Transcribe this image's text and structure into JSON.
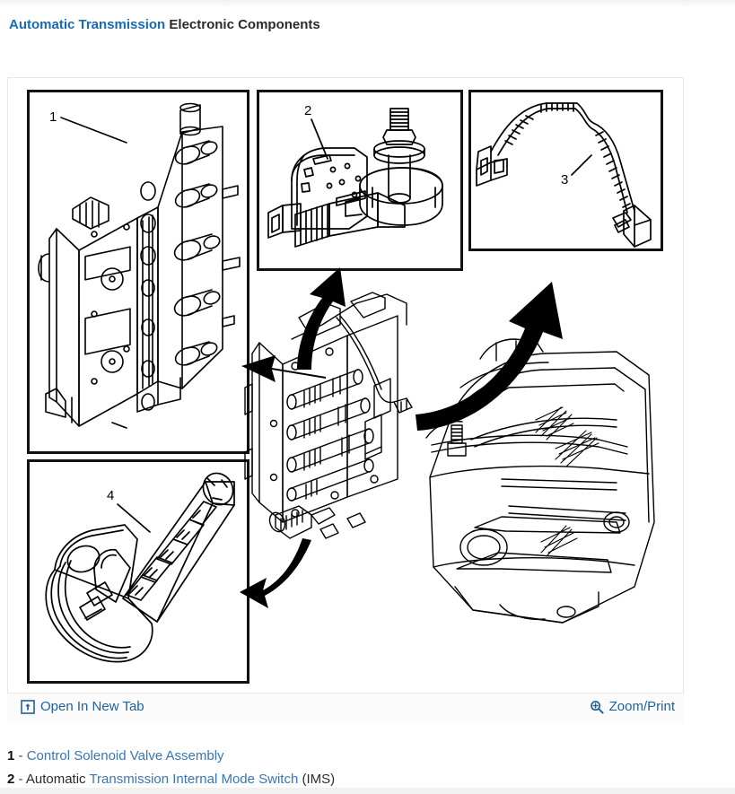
{
  "page": {
    "title_link": "Automatic Transmission",
    "title_rest": "Electronic Components"
  },
  "figure": {
    "panels": [
      {
        "id": "panel-1",
        "callout": "1",
        "content": "control-solenoid-valve-assembly-line-drawing"
      },
      {
        "id": "panel-2",
        "callout": "2",
        "content": "transmission-internal-mode-switch-line-drawing"
      },
      {
        "id": "panel-3",
        "callout": "3",
        "content": "wiring-harness-speed-sensor-line-drawing"
      },
      {
        "id": "panel-4",
        "callout": "4",
        "content": "electrical-connector-plug-line-drawing"
      }
    ],
    "center": {
      "content": "automatic-transmission-assembly-line-drawing",
      "arrows": 3
    }
  },
  "toolbar": {
    "open_in_new_tab": "Open In New Tab",
    "zoom_print": "Zoom/Print"
  },
  "legend": {
    "items": [
      {
        "num": "1",
        "dash": "-",
        "pre": "",
        "link": "Control Solenoid Valve Assembly",
        "post": ""
      },
      {
        "num": "2",
        "dash": "-",
        "pre": "Automatic ",
        "link": "Transmission Internal Mode Switch",
        "post": " (IMS)"
      }
    ]
  },
  "colors": {
    "link_blue": "#1a69b5",
    "legend_link_blue": "#3776b8",
    "toolbar_link_blue": "#20629e",
    "text_black": "#2b2b2b",
    "panel_border": "#111111",
    "container_border": "#e6e6e6"
  }
}
